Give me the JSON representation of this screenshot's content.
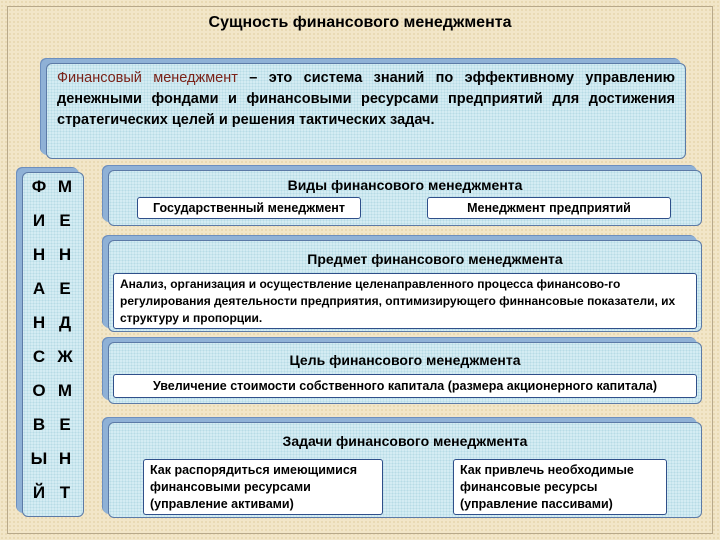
{
  "title": "Сущность финансового менеджмента",
  "definition": {
    "lead": "Финансовый менеджмент",
    "body": "– это система знаний по эффективному управлению денежными фондами и финансовыми ресурсами предприятий для достижения стратегических целей и решения тактических задач."
  },
  "acronym": [
    [
      "Ф",
      "М"
    ],
    [
      "И",
      "Е"
    ],
    [
      "Н",
      "Н"
    ],
    [
      "А",
      "Е"
    ],
    [
      "Н",
      "Д"
    ],
    [
      "С",
      "Ж"
    ],
    [
      "О",
      "М"
    ],
    [
      "В",
      "Е"
    ],
    [
      "Ы",
      "Н"
    ],
    [
      "Й",
      "Т"
    ]
  ],
  "sections": {
    "types": {
      "heading": "Виды финансового менеджмента",
      "items": [
        "Государственный менеджмент",
        "Менеджмент предприятий"
      ]
    },
    "subject": {
      "heading": "Предмет финансового менеджмента",
      "text": "Анализ, организация и осуществление целенаправленного процесса финансово-го регулирования деятельности предприятия, оптимизирующего финнансовые показатели, их структуру и пропорции."
    },
    "goal": {
      "heading": "Цель финансового менеджмента",
      "text": "Увеличение стоимости собственного капитала (размера акционерного капитала)"
    },
    "tasks": {
      "heading": "Задачи финансового менеджмента",
      "items": [
        "Как распорядиться имеющимися финансовыми ресурсами (управление активами)",
        "Как привлечь необходимые финансовые ресурсы (управление пассивами)"
      ]
    }
  }
}
